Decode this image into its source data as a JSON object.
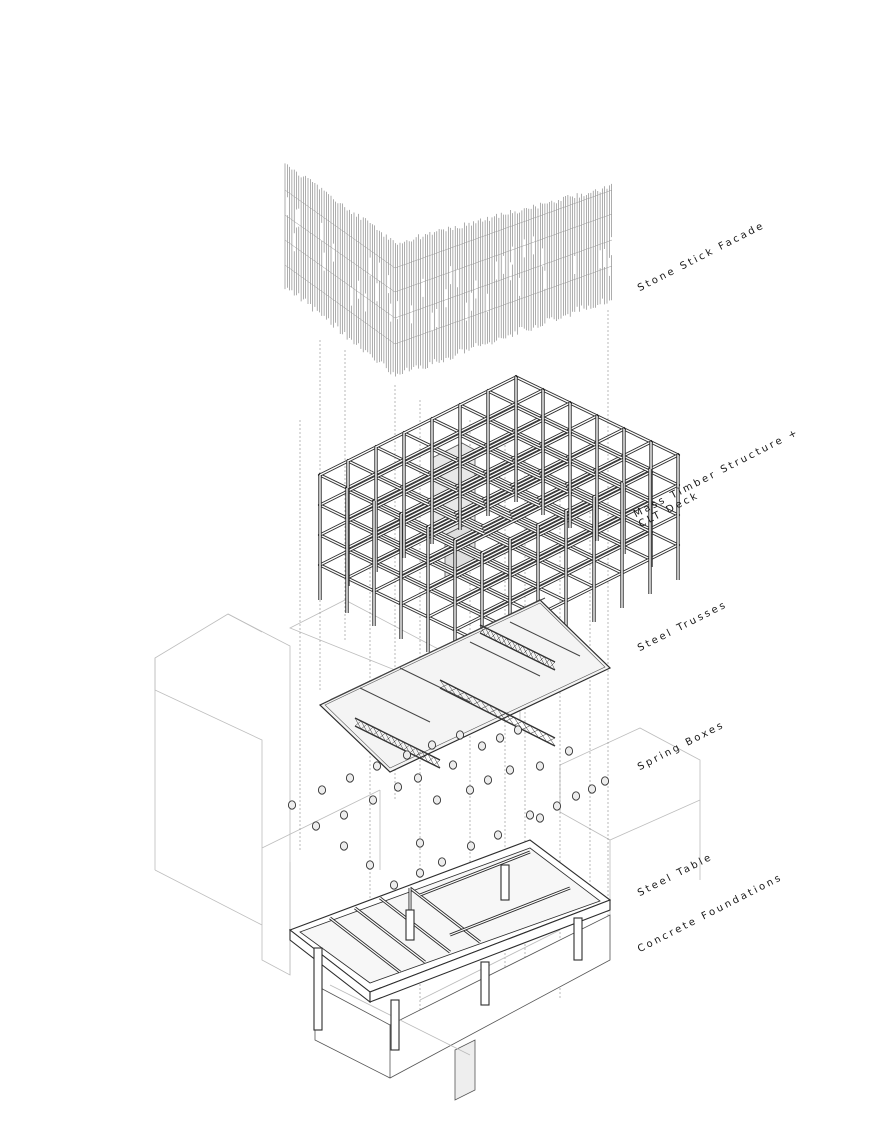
{
  "diagram": {
    "layers": [
      {
        "id": "facade",
        "label": "Stone Stick Facade"
      },
      {
        "id": "timber",
        "label_line1": "Mass Timber Structure +",
        "label_line2": "CLT Deck"
      },
      {
        "id": "trusses",
        "label": "Steel Trusses"
      },
      {
        "id": "spring",
        "label": "Spring Boxes"
      },
      {
        "id": "table",
        "label": "Steel Table"
      },
      {
        "id": "foundations",
        "label": "Concrete Foundations"
      }
    ],
    "colors": {
      "line": "#333333",
      "light_line": "#b8b8b8",
      "fill_light": "#f1f1f1",
      "fill_mid": "#dcdcdc",
      "core": "#e6e6e6"
    }
  }
}
